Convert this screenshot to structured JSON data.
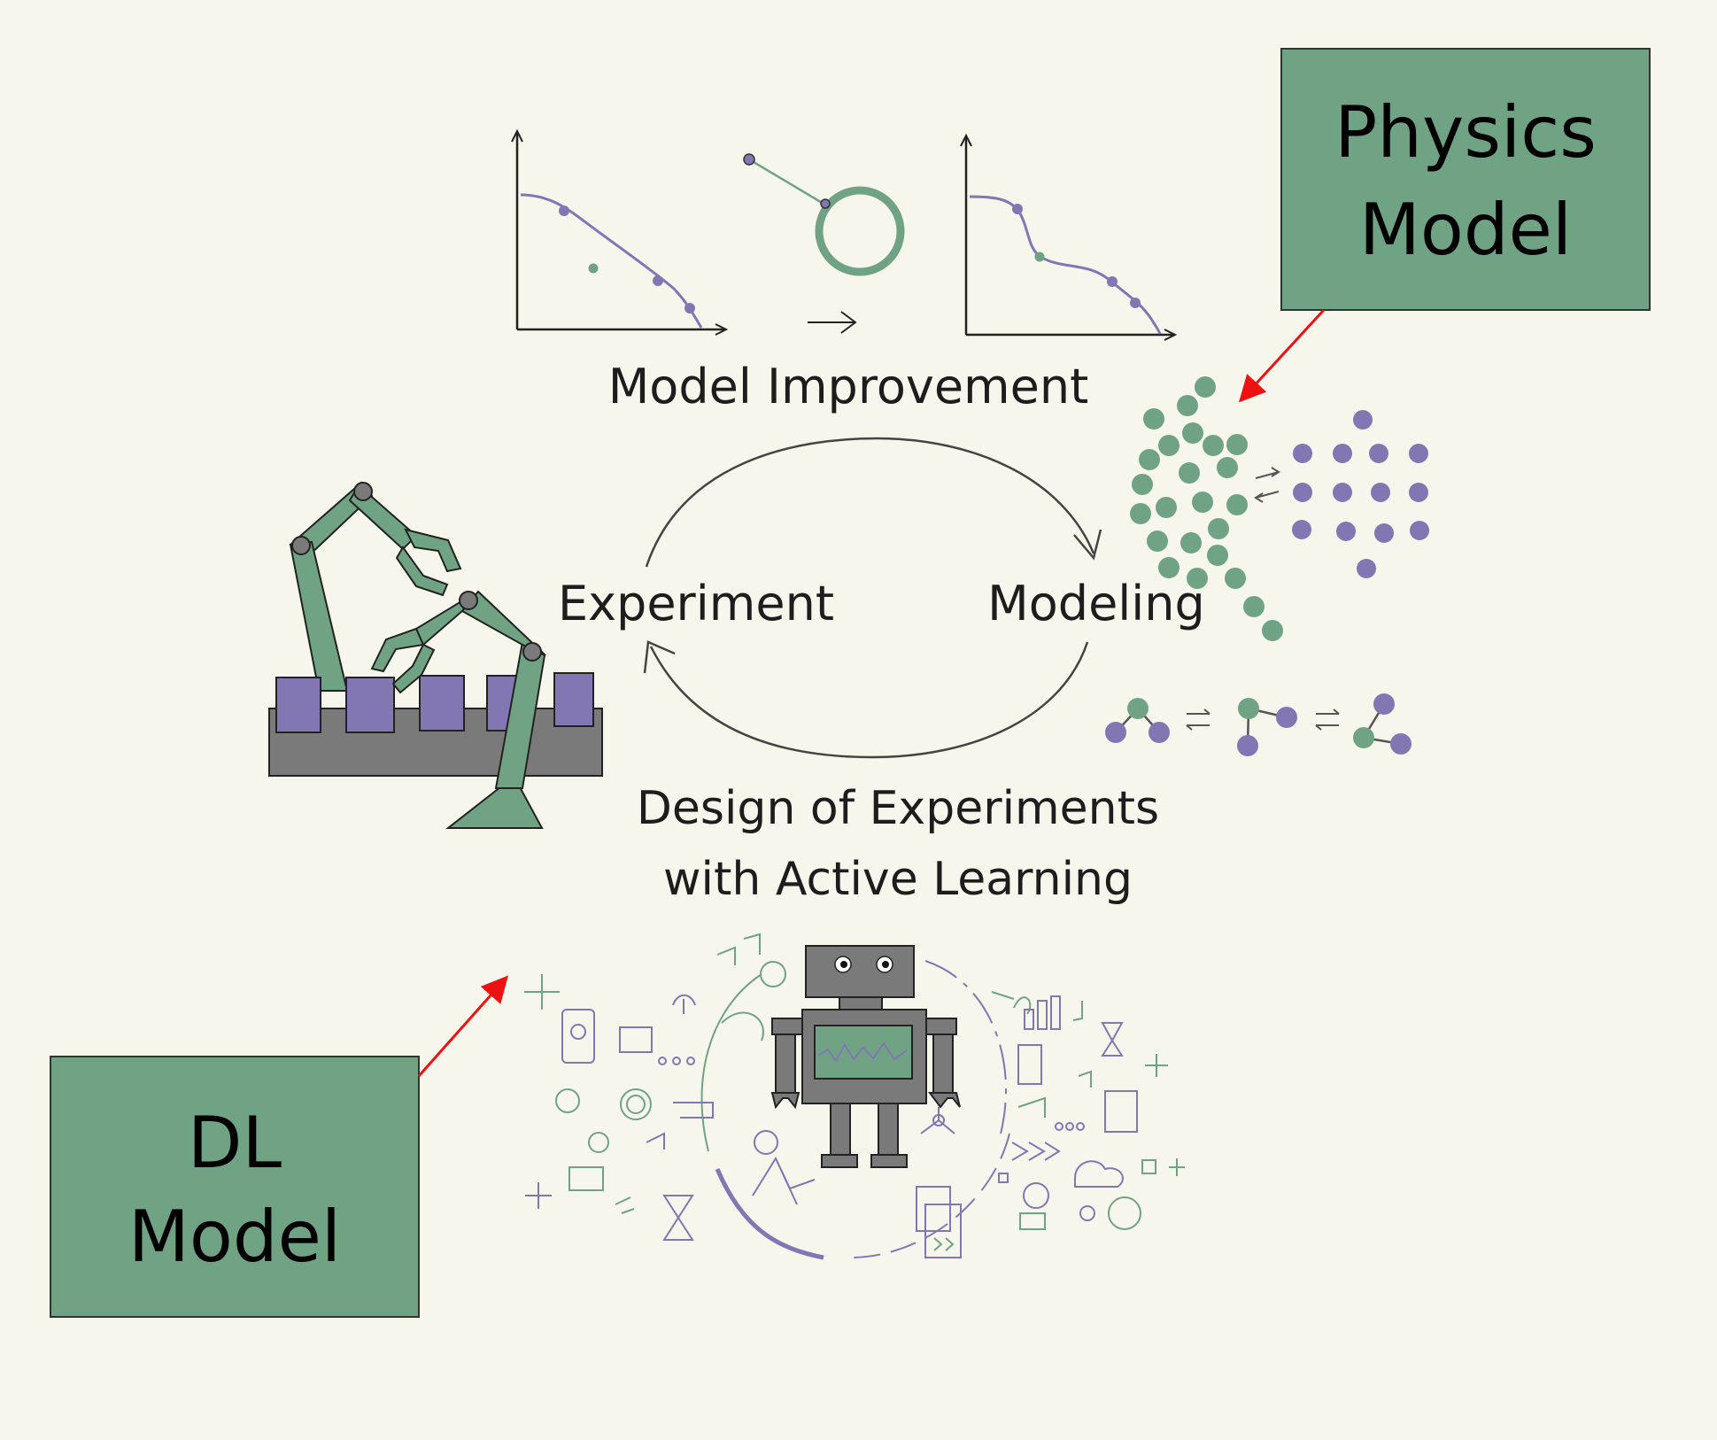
{
  "cycle": {
    "model_improvement": "Model Improvement",
    "experiment": "Experiment",
    "modeling": "Modeling",
    "design_line1": "Design of Experiments",
    "design_line2": "with Active Learning"
  },
  "boxes": {
    "physics": {
      "line1": "Physics",
      "line2": "Model"
    },
    "dl": {
      "line1": "DL",
      "line2": "Model"
    }
  },
  "colors": {
    "background": "#f6f6ec",
    "green": "#6fa384",
    "purple": "#8277b3",
    "gray": "#7a7a7a",
    "arrow_red": "#ee1111",
    "box_fill": "#6fa384"
  },
  "icons": {
    "robot_arm": "robot-arm-icon",
    "robot": "robot-icon",
    "molecule": "molecule-icon"
  }
}
